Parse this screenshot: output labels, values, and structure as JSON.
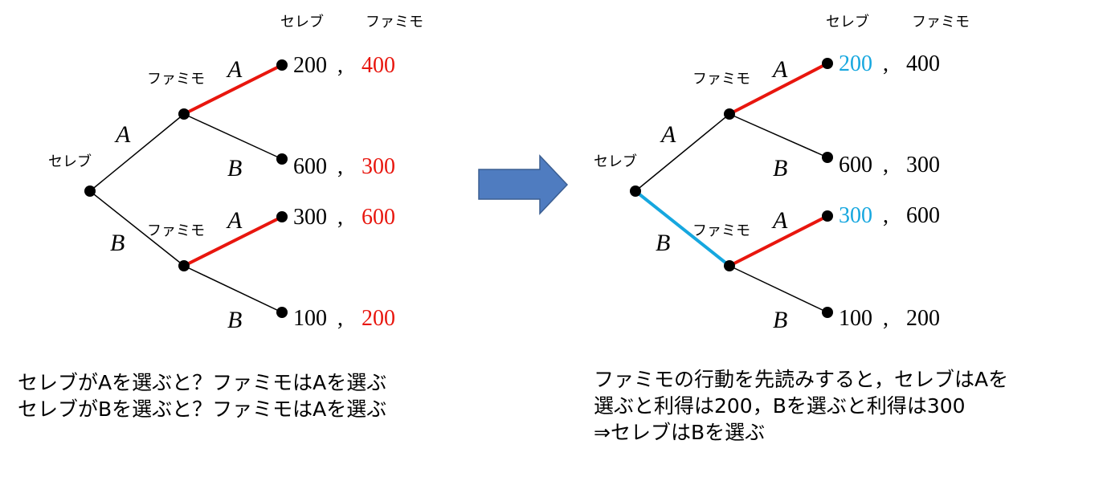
{
  "header": {
    "player1": "セレブ",
    "player2": "ファミモ"
  },
  "labels": {
    "first_mover": "セレブ",
    "second_mover": "ファミモ",
    "action_a": "A",
    "action_b": "B",
    "sep": ","
  },
  "colors": {
    "red": "#e8160e",
    "blue": "#16a7df",
    "arrow_fill": "#4f7cc0",
    "arrow_stroke": "#3b5e91"
  },
  "left_tree": {
    "payoffs": [
      {
        "p1": "200",
        "p2": "400"
      },
      {
        "p1": "600",
        "p2": "300"
      },
      {
        "p1": "300",
        "p2": "600"
      },
      {
        "p1": "100",
        "p2": "200"
      }
    ],
    "highlight": {
      "p1": [
        false,
        false,
        false,
        false
      ],
      "p2": [
        true,
        true,
        true,
        true
      ]
    },
    "red_edges": [
      "upper-A",
      "lower-A"
    ],
    "blue_edges": []
  },
  "right_tree": {
    "payoffs": [
      {
        "p1": "200",
        "p2": "400"
      },
      {
        "p1": "600",
        "p2": "300"
      },
      {
        "p1": "300",
        "p2": "600"
      },
      {
        "p1": "100",
        "p2": "200"
      }
    ],
    "highlight": {
      "p1": [
        true,
        false,
        true,
        false
      ],
      "p2": [
        false,
        false,
        false,
        false
      ]
    },
    "red_edges": [
      "upper-A",
      "lower-A"
    ],
    "blue_edges": [
      "root-B"
    ]
  },
  "left_caption": [
    "セレブがAを選ぶと？ファミモはAを選ぶ",
    "セレブがBを選ぶと？ファミモはAを選ぶ"
  ],
  "right_caption": [
    "ファミモの行動を先読みすると，セレブはAを",
    "選ぶと利得は200，Bを選ぶと利得は300",
    "⇒セレブはBを選ぶ"
  ]
}
